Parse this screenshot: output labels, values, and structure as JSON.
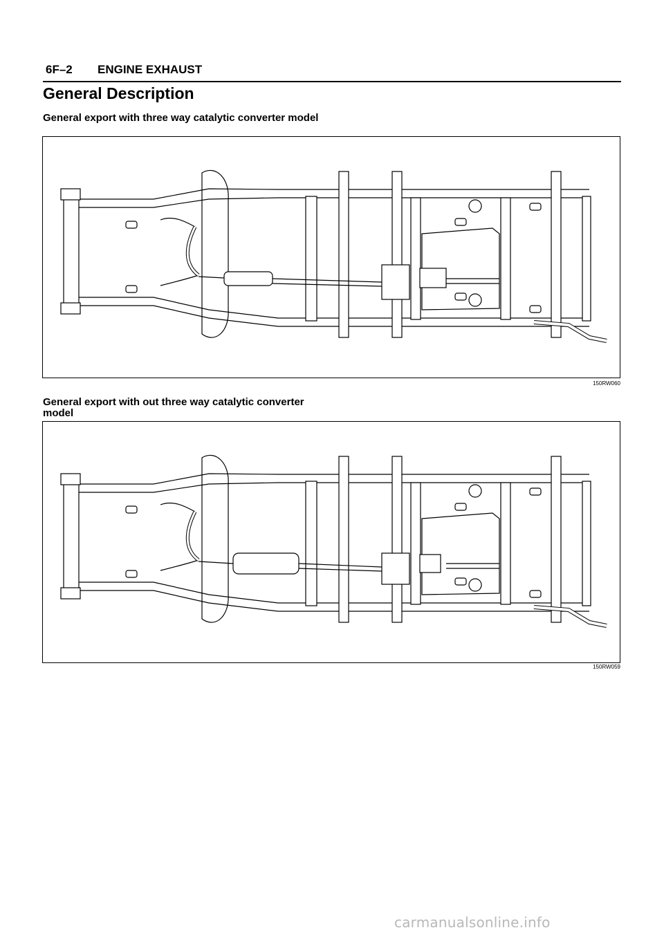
{
  "header": {
    "page_number": "6F–2",
    "section_title": "ENGINE EXHAUST"
  },
  "title": "General Description",
  "figures": [
    {
      "caption": "General export with three way catalytic converter model",
      "code": "150RW060",
      "variant": "with-catalytic-converter"
    },
    {
      "caption": "General export with out three way catalytic converter model",
      "code": "150RW059",
      "variant": "without-catalytic-converter"
    }
  ],
  "watermark": "carmanualsonline.info"
}
